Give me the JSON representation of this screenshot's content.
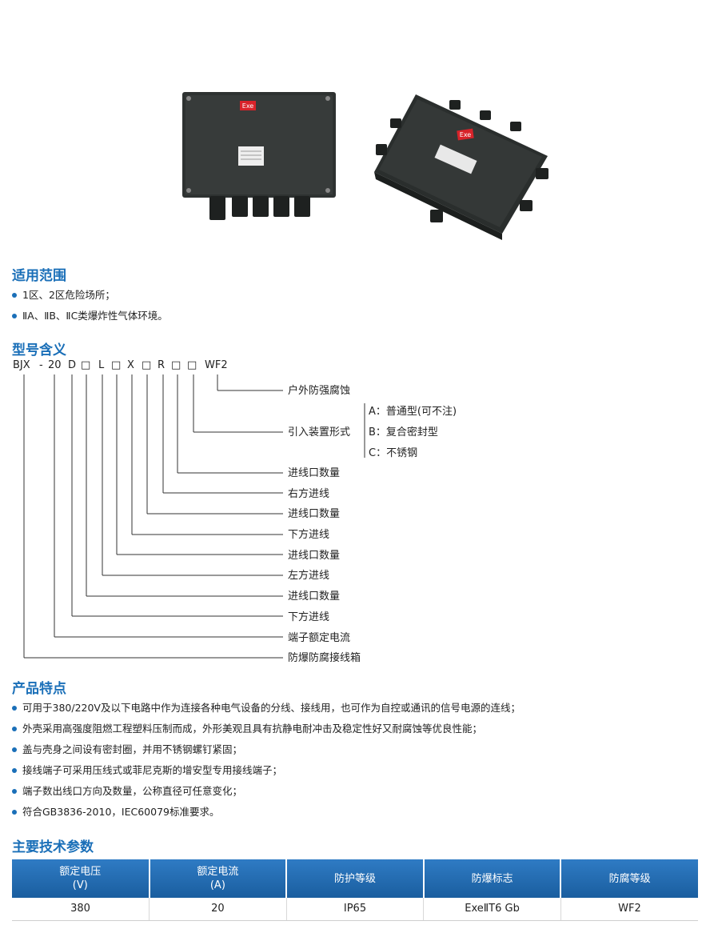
{
  "photos": {
    "left_label": "Exe",
    "right_label": "Exe"
  },
  "scope": {
    "heading": "适用范围",
    "items": [
      "1区、2区危险场所；",
      "ⅡA、ⅡB、ⅡC类爆炸性气体环境。"
    ]
  },
  "model": {
    "heading": "型号含义",
    "code": [
      "BJX",
      "-",
      "20",
      "D",
      "□",
      "L",
      "□",
      "X",
      "□",
      "R",
      "□",
      "□",
      "WF2"
    ],
    "labels": [
      "户外防强腐蚀",
      "引入装置形式",
      "进线口数量",
      "右方进线",
      "进线口数量",
      "下方进线",
      "进线口数量",
      "左方进线",
      "进线口数量",
      "下方进线",
      "端子额定电流",
      "防爆防腐接线箱"
    ],
    "options": [
      "A：普通型(可不注)",
      "B：复合密封型",
      "C：不锈钢"
    ]
  },
  "features": {
    "heading": "产品特点",
    "items": [
      "可用于380/220V及以下电路中作为连接各种电气设备的分线、接线用，也可作为自控或通讯的信号电源的连线；",
      "外壳采用高强度阻燃工程塑料压制而成，外形美观且具有抗静电耐冲击及稳定性好又耐腐蚀等优良性能；",
      "盖与壳身之间设有密封圈，并用不锈钢螺钉紧固；",
      "接线端子可采用压线式或菲尼克斯的增安型专用接线端子；",
      "端子数出线口方向及数量，公称直径可任意变化；",
      "符合GB3836-2010，IEC60079标准要求。"
    ]
  },
  "specs": {
    "heading": "主要技术参数",
    "headers": [
      {
        "label": "额定电压",
        "unit": "(V)"
      },
      {
        "label": "额定电流",
        "unit": "(A)"
      },
      {
        "label": "防护等级",
        "unit": ""
      },
      {
        "label": "防爆标志",
        "unit": ""
      },
      {
        "label": "防腐等级",
        "unit": ""
      }
    ],
    "row": [
      "380",
      "20",
      "IP65",
      "ExeⅡT6 Gb",
      "WF2"
    ]
  },
  "colors": {
    "accent": "#1a6fb8",
    "table_header": "#2470b8"
  }
}
